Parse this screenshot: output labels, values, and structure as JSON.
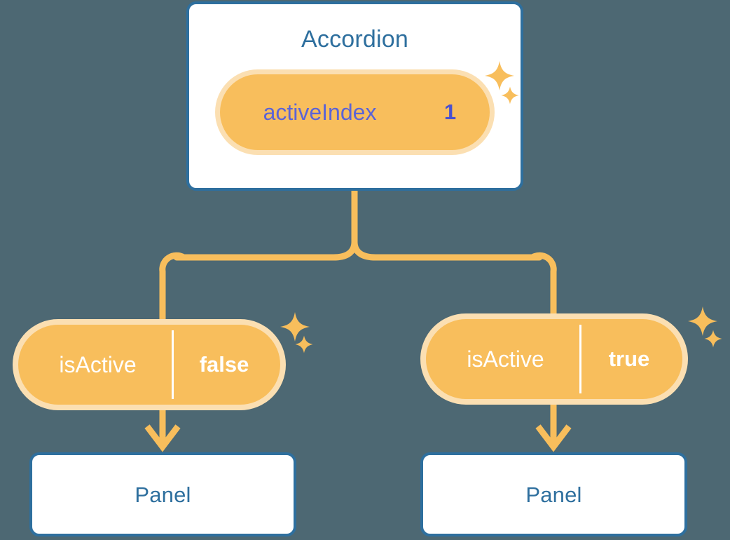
{
  "diagram": {
    "type": "component-state-tree",
    "background_color": "#4d6873",
    "accent_colors": {
      "card_border": "#2e6f9e",
      "card_text": "#2e6f9e",
      "card_background": "#ffffff",
      "pill_ring": "#f8be5c",
      "pill_glow": "#fbdfb2",
      "pill_solid_fill": "#5c64d6",
      "pill_key_text": "#5c64d6",
      "connector": "#f8be5c",
      "sparkle": "#f8be5c"
    }
  },
  "root": {
    "title": "Accordion",
    "state_pill": {
      "key": "activeIndex",
      "value": "1",
      "variant": "light",
      "highlighted": true
    }
  },
  "children": [
    {
      "state_pill": {
        "key": "isActive",
        "value": "false",
        "variant": "solid",
        "highlighted": true
      },
      "node": {
        "title": "Panel"
      }
    },
    {
      "state_pill": {
        "key": "isActive",
        "value": "true",
        "variant": "solid",
        "highlighted": true
      },
      "node": {
        "title": "Panel"
      }
    }
  ],
  "sparkles": [
    {
      "name": "sparkle-root-large"
    },
    {
      "name": "sparkle-root-small"
    },
    {
      "name": "sparkle-left-large"
    },
    {
      "name": "sparkle-left-small"
    },
    {
      "name": "sparkle-right-large"
    },
    {
      "name": "sparkle-right-small"
    }
  ]
}
